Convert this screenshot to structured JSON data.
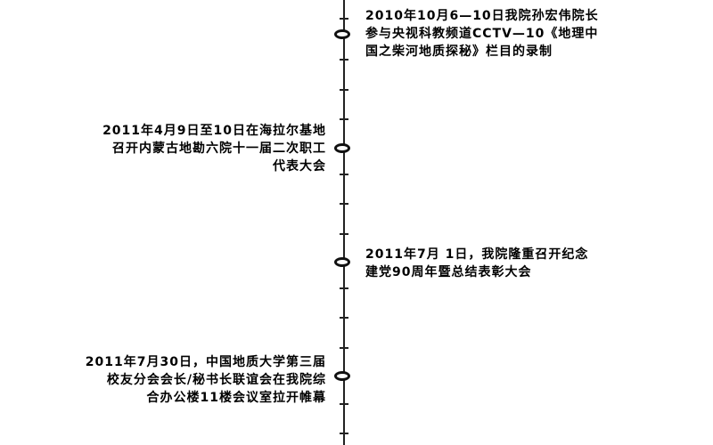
{
  "timeline": {
    "events": [
      {
        "side": "right",
        "lines": [
          "2010年10月6—10日我院孙宏伟院长",
          "参与央视科教频道CCTV—10《地理中",
          "国之柴河地质探秘》栏目的录制"
        ]
      },
      {
        "side": "left",
        "lines": [
          "2011年4月9日至10日在海拉尔基地",
          "召开内蒙古地勘六院十一届二次职工",
          "代表大会"
        ]
      },
      {
        "side": "right",
        "lines": [
          "2011年7月 1日，我院隆重召开纪念",
          "建党90周年暨总结表彰大会"
        ]
      },
      {
        "side": "left",
        "lines": [
          "2011年7月30日，中国地质大学第三届",
          "校友分会会长/秘书长联谊会在我院综",
          "合办公楼11楼会议室拉开帷幕"
        ]
      }
    ]
  }
}
